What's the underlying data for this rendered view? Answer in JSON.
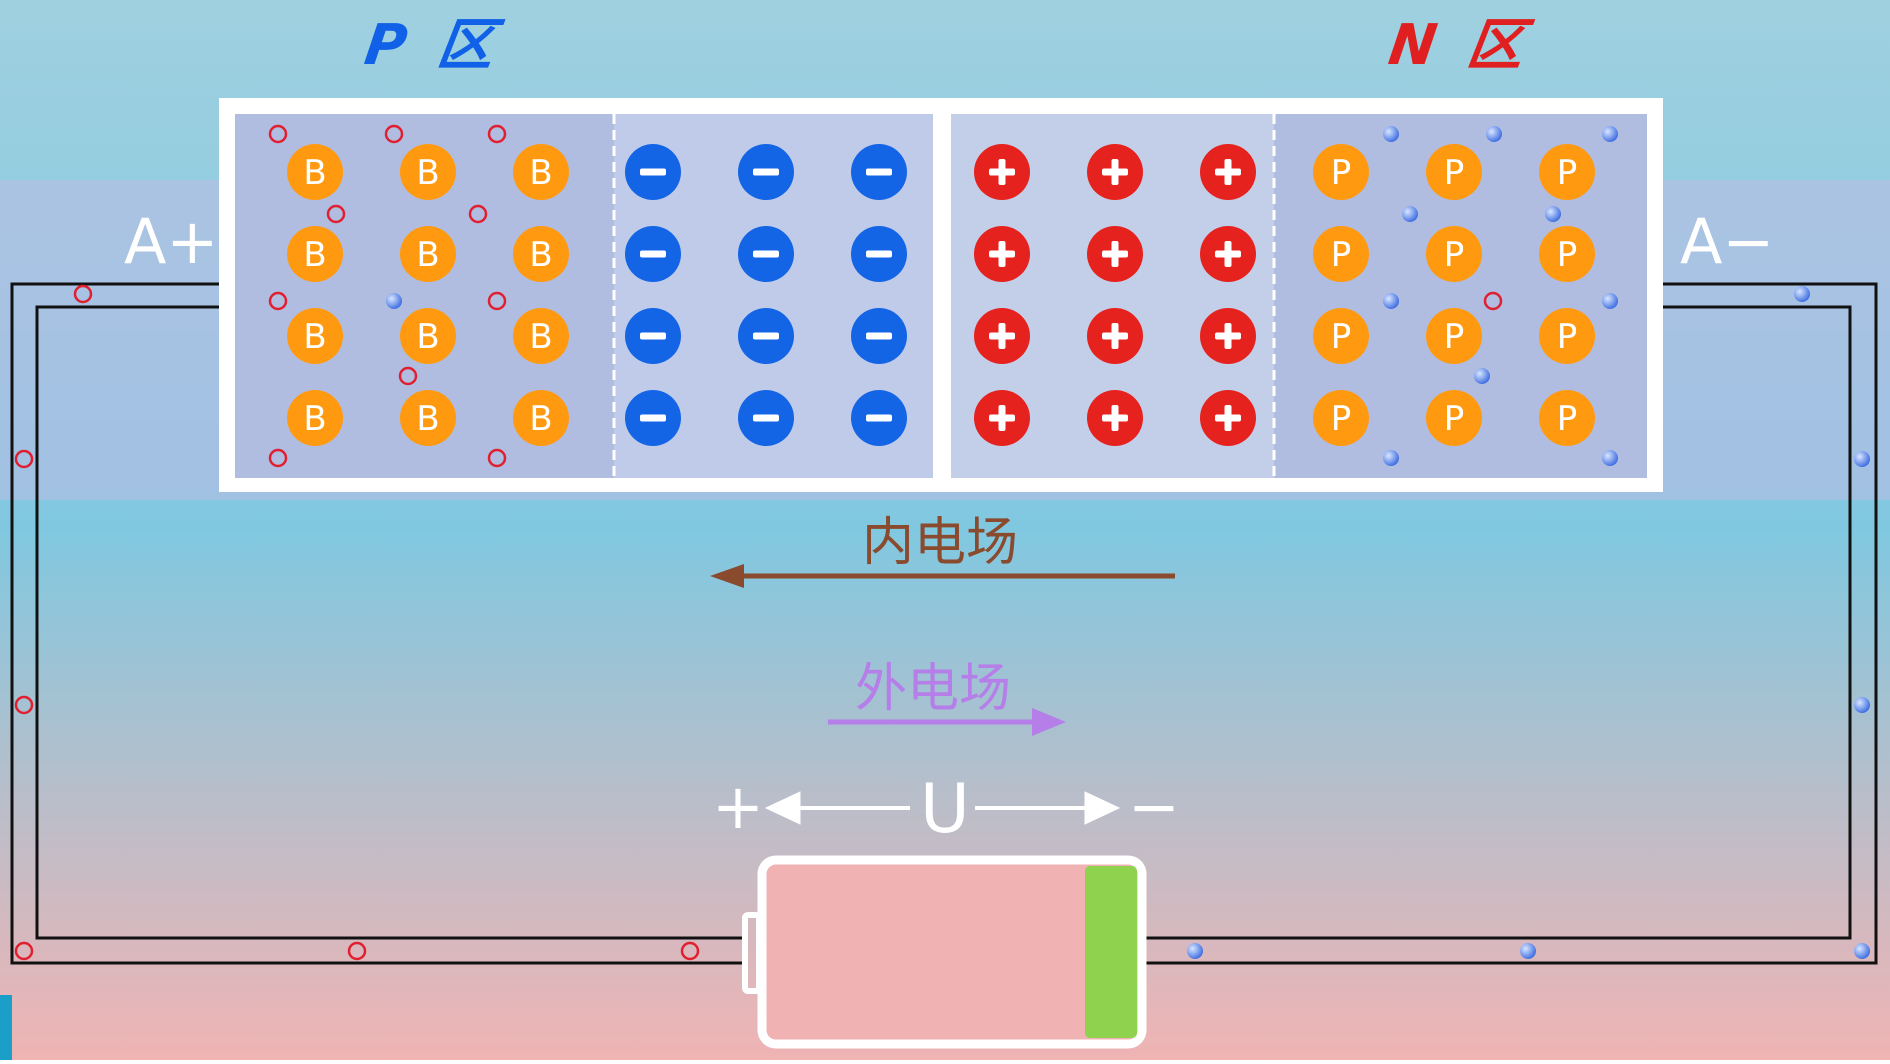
{
  "colors": {
    "bg_top": "#9fd0e0",
    "bg_mid": "#80c8e0",
    "bg_bottom": "#f0b4b4",
    "p_label": "#1060e8",
    "n_label": "#e02020",
    "acceptor": "#ff9a10",
    "negative_ion": "#1464e6",
    "positive_ion": "#e6221e",
    "donor": "#ff9a10",
    "hole": "#e02030",
    "electron": "#3a6ae0",
    "internal_field": "#8a4a2e",
    "external_field": "#b57ee8",
    "battery_charge": "#8fd24e",
    "wire": "#111111"
  },
  "labels": {
    "p_region": "P 区",
    "n_region": "N 区",
    "anode": "A+",
    "cathode": "A−",
    "internal_field": "内电场",
    "external_field": "外电场",
    "voltage_plus": "+",
    "voltage_symbol": "U",
    "voltage_minus": "−"
  },
  "symbols": {
    "acceptor": "B",
    "donor": "P",
    "negative_ion": "−",
    "positive_ion": "+"
  },
  "battery": {
    "charge_level": 0.14
  }
}
